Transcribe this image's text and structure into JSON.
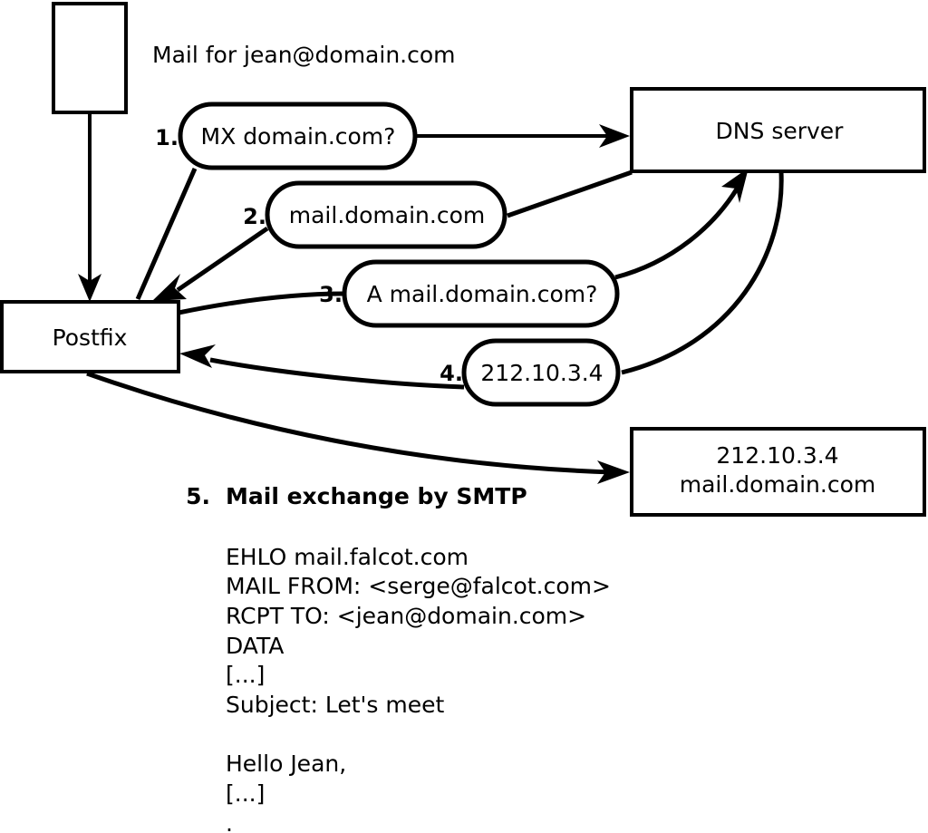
{
  "diagram": {
    "title": "Mail for jean@domain.com",
    "nodes": {
      "sender": {
        "label": ""
      },
      "postfix": {
        "label": "Postfix"
      },
      "dns": {
        "label": "DNS server"
      },
      "target": {
        "line1": "212.10.3.4",
        "line2": "mail.domain.com"
      }
    },
    "steps": [
      {
        "number": "1.",
        "label": "MX domain.com?"
      },
      {
        "number": "2.",
        "label": "mail.domain.com"
      },
      {
        "number": "3.",
        "label": "A mail.domain.com?"
      },
      {
        "number": "4.",
        "label": "212.10.3.4"
      },
      {
        "number": "5.",
        "label": "Mail exchange by SMTP"
      }
    ],
    "smtp_transcript": [
      "EHLO mail.falcot.com",
      "MAIL FROM: <serge@falcot.com>",
      "RCPT TO: <jean@domain.com>",
      "DATA",
      "[...]",
      "Subject: Let's meet",
      "",
      "Hello Jean,",
      "[...]",
      "",
      "."
    ],
    "colors": {
      "stroke": "#000000",
      "fill": "#ffffff",
      "text": "#000000"
    }
  }
}
